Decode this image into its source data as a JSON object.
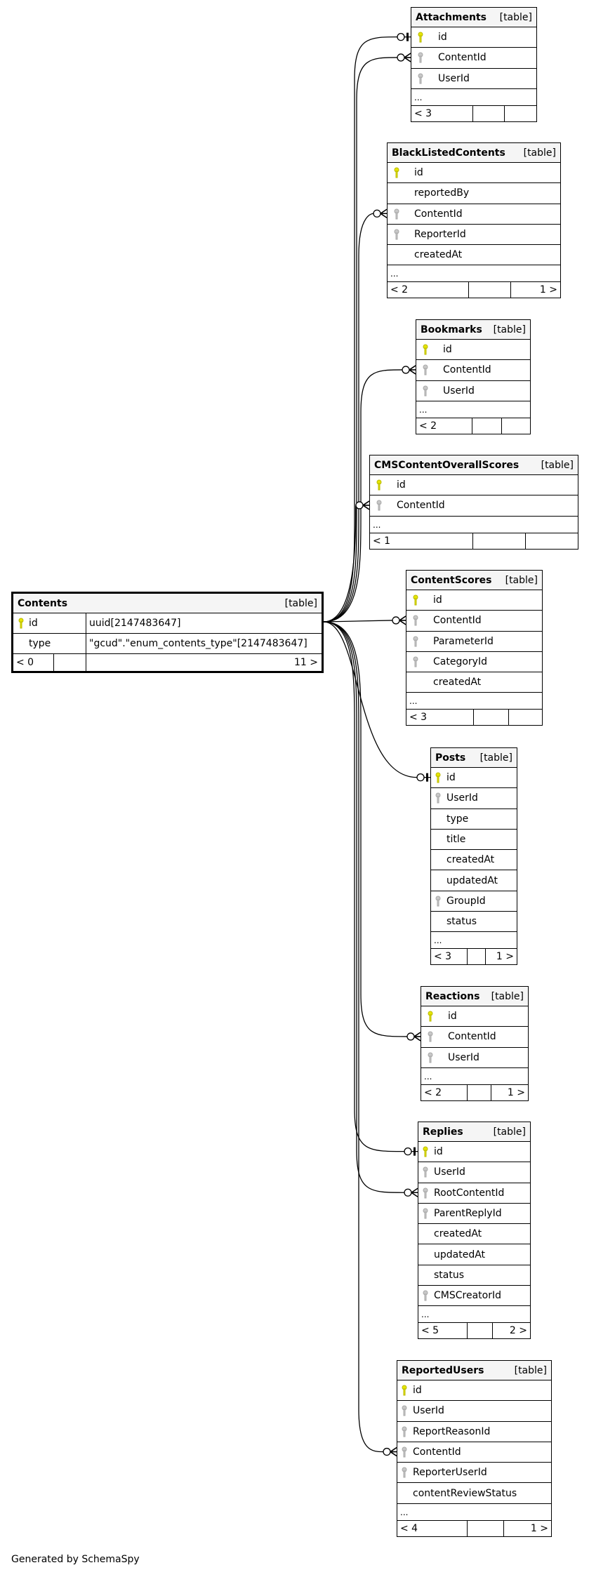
{
  "diagram": {
    "type": "schema-relationships",
    "footer": "Generated by SchemaSpy",
    "main_table": {
      "name": "Contents",
      "kind": "[table]",
      "columns": [
        {
          "name": "id",
          "type": "uuid[2147483647]",
          "key": "pk"
        },
        {
          "name": "type",
          "type": "\"gcud\".\"enum_contents_type\"[2147483647]",
          "key": "none"
        }
      ],
      "parents": "< 0",
      "children": "11 >"
    },
    "tables": [
      {
        "name": "Attachments",
        "kind": "[table]",
        "columns": [
          {
            "name": "id",
            "key": "pk"
          },
          {
            "name": "ContentId",
            "key": "fk"
          },
          {
            "name": "UserId",
            "key": "fk"
          }
        ],
        "more": "...",
        "parents": "< 3",
        "children": ""
      },
      {
        "name": "BlackListedContents",
        "kind": "[table]",
        "columns": [
          {
            "name": "id",
            "key": "pk"
          },
          {
            "name": "reportedBy",
            "key": "none"
          },
          {
            "name": "ContentId",
            "key": "fk"
          },
          {
            "name": "ReporterId",
            "key": "fk"
          },
          {
            "name": "createdAt",
            "key": "none"
          }
        ],
        "more": "...",
        "parents": "< 2",
        "children": "1 >"
      },
      {
        "name": "Bookmarks",
        "kind": "[table]",
        "columns": [
          {
            "name": "id",
            "key": "pk"
          },
          {
            "name": "ContentId",
            "key": "fk"
          },
          {
            "name": "UserId",
            "key": "fk"
          }
        ],
        "more": "...",
        "parents": "< 2",
        "children": ""
      },
      {
        "name": "CMSContentOverallScores",
        "kind": "[table]",
        "columns": [
          {
            "name": "id",
            "key": "pk"
          },
          {
            "name": "ContentId",
            "key": "fk"
          }
        ],
        "more": "...",
        "parents": "< 1",
        "children": ""
      },
      {
        "name": "ContentScores",
        "kind": "[table]",
        "columns": [
          {
            "name": "id",
            "key": "pk"
          },
          {
            "name": "ContentId",
            "key": "fk"
          },
          {
            "name": "ParameterId",
            "key": "fk"
          },
          {
            "name": "CategoryId",
            "key": "fk"
          },
          {
            "name": "createdAt",
            "key": "none"
          }
        ],
        "more": "...",
        "parents": "< 3",
        "children": ""
      },
      {
        "name": "Posts",
        "kind": "[table]",
        "columns": [
          {
            "name": "id",
            "key": "pk"
          },
          {
            "name": "UserId",
            "key": "fk"
          },
          {
            "name": "type",
            "key": "none"
          },
          {
            "name": "title",
            "key": "none"
          },
          {
            "name": "createdAt",
            "key": "none"
          },
          {
            "name": "updatedAt",
            "key": "none"
          },
          {
            "name": "GroupId",
            "key": "fk"
          },
          {
            "name": "status",
            "key": "none"
          }
        ],
        "more": "...",
        "parents": "< 3",
        "children": "1 >"
      },
      {
        "name": "Reactions",
        "kind": "[table]",
        "columns": [
          {
            "name": "id",
            "key": "pk"
          },
          {
            "name": "ContentId",
            "key": "fk"
          },
          {
            "name": "UserId",
            "key": "fk"
          }
        ],
        "more": "...",
        "parents": "< 2",
        "children": "1 >"
      },
      {
        "name": "Replies",
        "kind": "[table]",
        "columns": [
          {
            "name": "id",
            "key": "pk"
          },
          {
            "name": "UserId",
            "key": "fk"
          },
          {
            "name": "RootContentId",
            "key": "fk"
          },
          {
            "name": "ParentReplyId",
            "key": "fk"
          },
          {
            "name": "createdAt",
            "key": "none"
          },
          {
            "name": "updatedAt",
            "key": "none"
          },
          {
            "name": "status",
            "key": "none"
          },
          {
            "name": "CMSCreatorId",
            "key": "fk"
          }
        ],
        "more": "...",
        "parents": "< 5",
        "children": "2 >"
      },
      {
        "name": "ReportedUsers",
        "kind": "[table]",
        "columns": [
          {
            "name": "id",
            "key": "pk"
          },
          {
            "name": "UserId",
            "key": "fk"
          },
          {
            "name": "ReportReasonId",
            "key": "fk"
          },
          {
            "name": "ContentId",
            "key": "fk"
          },
          {
            "name": "ReporterUserId",
            "key": "fk"
          },
          {
            "name": "contentReviewStatus",
            "key": "none"
          }
        ],
        "more": "...",
        "parents": "< 4",
        "children": "1 >"
      }
    ],
    "relationships": [
      {
        "from": "Attachments.id",
        "to": "Contents.id",
        "end": "one"
      },
      {
        "from": "Attachments.ContentId",
        "to": "Contents.id",
        "end": "many"
      },
      {
        "from": "BlackListedContents.ContentId",
        "to": "Contents.id",
        "end": "many"
      },
      {
        "from": "Bookmarks.ContentId",
        "to": "Contents.id",
        "end": "many"
      },
      {
        "from": "CMSContentOverallScores.ContentId",
        "to": "Contents.id",
        "end": "many"
      },
      {
        "from": "ContentScores.ContentId",
        "to": "Contents.id",
        "end": "many"
      },
      {
        "from": "Posts.id",
        "to": "Contents.id",
        "end": "one"
      },
      {
        "from": "Reactions.ContentId",
        "to": "Contents.id",
        "end": "many"
      },
      {
        "from": "Replies.id",
        "to": "Contents.id",
        "end": "one"
      },
      {
        "from": "Replies.RootContentId",
        "to": "Contents.id",
        "end": "many"
      },
      {
        "from": "ReportedUsers.ContentId",
        "to": "Contents.id",
        "end": "many"
      }
    ]
  }
}
